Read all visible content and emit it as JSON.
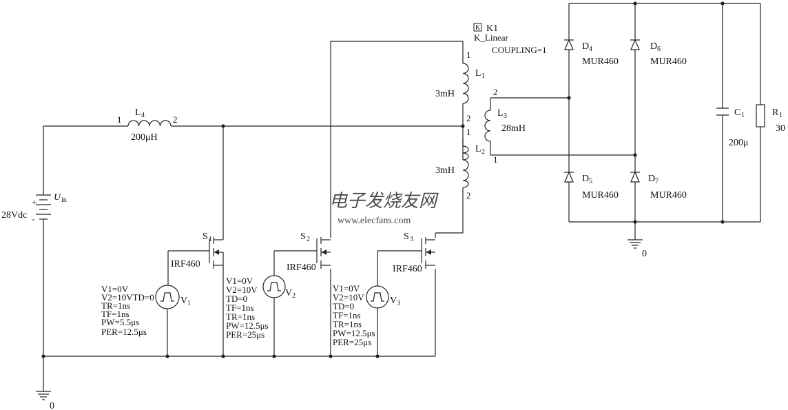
{
  "watermark": {
    "cn": "电子发烧友网",
    "url": "www.elecfans.com"
  },
  "coupling": {
    "box": "K",
    "name": "K1",
    "model": "K_Linear",
    "coupling": "COUPLING=1"
  },
  "source": {
    "name": "U",
    "sub": "in",
    "value": "28Vdc",
    "plus": "+",
    "minus": "-"
  },
  "inductors": {
    "L4": {
      "name": "L",
      "sub": "4",
      "value": "200μH",
      "pin1": "1",
      "pin2": "2"
    },
    "L1": {
      "name": "L",
      "sub": "1",
      "value": "3mH",
      "pin1": "1",
      "pin2": "2"
    },
    "L2": {
      "name": "L",
      "sub": "2",
      "value": "3mH",
      "pin1": "1",
      "pin2": "2"
    },
    "L3": {
      "name": "L",
      "sub": "3",
      "value": "28mH",
      "pin1": "1",
      "pin2": "2"
    }
  },
  "diodes": [
    {
      "name": "D",
      "sub": "4",
      "model": "MUR460"
    },
    {
      "name": "D",
      "sub": "6",
      "model": "MUR460"
    },
    {
      "name": "D",
      "sub": "5",
      "model": "MUR460"
    },
    {
      "name": "D",
      "sub": "7",
      "model": "MUR460"
    }
  ],
  "capacitor": {
    "name": "C",
    "sub": "1",
    "value": "200μ"
  },
  "resistor": {
    "name": "R",
    "sub": "1",
    "value": "30"
  },
  "switches": [
    {
      "name": "S",
      "sub": "1",
      "model": "IRF460"
    },
    {
      "name": "S",
      "sub": "2",
      "model": "IRF460"
    },
    {
      "name": "S",
      "sub": "3",
      "model": "IRF460"
    }
  ],
  "pulses": [
    {
      "name": "V",
      "sub": "1",
      "params": [
        "V1=0V",
        "V2=10VTD=0",
        "TR=1ns",
        "TF=1ns",
        "PW=5.5μs",
        "PER=12.5μs"
      ]
    },
    {
      "name": "V",
      "sub": "2",
      "params": [
        "V1=0V",
        "V2=10V",
        "TD=0",
        "TF=1ns",
        "TR=1ns",
        "PW=12.5μs",
        "PER=25μs"
      ]
    },
    {
      "name": "V",
      "sub": "3",
      "params": [
        "V1=0V",
        "V2=10V",
        "TD=0",
        "TF=1ns",
        "TR=1ns",
        "PW=12.5μs",
        "PER=25μs"
      ]
    }
  ],
  "grounds": {
    "left": "0",
    "right": "0"
  }
}
